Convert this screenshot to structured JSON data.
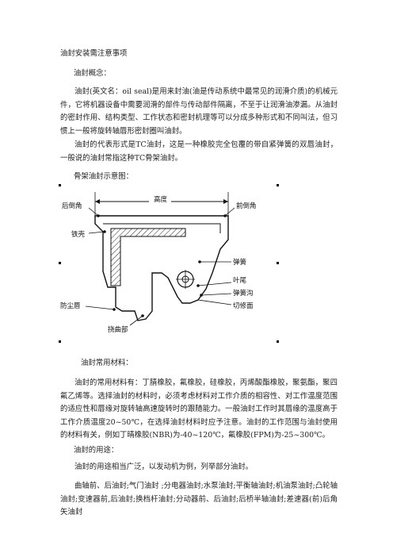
{
  "document": {
    "title": "油封安装需注意事项",
    "sections": {
      "concept_heading": "油封概念：",
      "concept_p1": "油封(英文名：oil seal)是用来封油(油是传动系统中最常见的润滑介质)的机械元件，它将机器设备中需要润滑的部件与传动部件隔离，不至于让润滑油渗漏。从油封的密封作用、结构类型、工作状态和密封机理等可以分成多种形式和不同叫法，但习惯上一般将旋转轴唇形密封圈叫油封。",
      "concept_p2": "油封的代表形式是TC油封，这是一种橡胶完全包覆的带自紧弹簧的双唇油封，一般说的油封常指这种TC骨架油封。",
      "figure_caption": "骨架油封示意图：",
      "materials_heading": "油封常用材料：",
      "materials_p": "油封的常用材料有：丁腈橡胶，氟橡胶，硅橡胶，丙烯酸酯橡胶，聚氨酯，聚四氟乙烯等。选择油封的材料时，必须考虑材料对工作介质的相容性、对工作温度范围的适应性和唇缘对旋转轴高速旋转时的跟随能力。一般油封工作时其唇缘的温度高于工作介质温度20~50℃，在选择油封材料时应予注意。油封的工作范围与油封使用的材料有关，例如丁晴橡胶(NBR)为-40~120℃，氟橡胶(FPM)为-25~300℃。",
      "usage_heading": "油封的用途：",
      "usage_p1": "油封的用途相当广泛，以发动机为例，列举部分油封。",
      "usage_p2": "曲轴前、后油封;气门油封 ;分电器油封;水泵油封;平衡轴油封;机油泵油封;凸轮轴油封;变速器前,后油封;换档杆油封;分动器前、后油封;后桥半轴油封;差速器(前)后角矢油封"
    }
  },
  "figure": {
    "labels": {
      "height": "高度",
      "rear_chamfer": "后倒角",
      "front_chamfer": "前倒角",
      "iron_shell": "铁壳",
      "spring": "弹簧",
      "lip": "叶尾",
      "spring_groove": "弹簧沟",
      "trim_face": "切修面",
      "dust_lip": "防尘唇",
      "flex_part": "挠曲部"
    }
  }
}
